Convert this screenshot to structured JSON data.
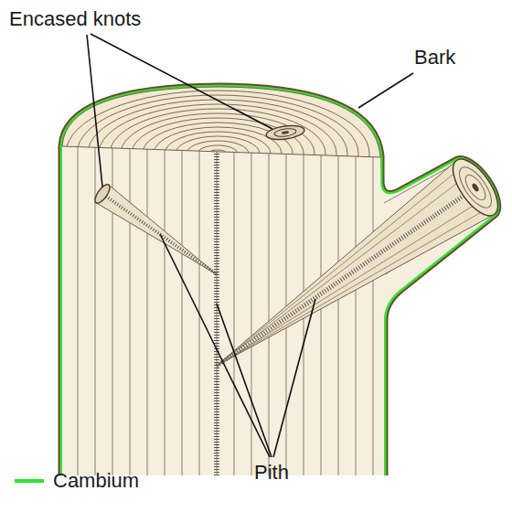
{
  "diagram": {
    "labels": [
      "Encased knots",
      "Bark",
      "Pith"
    ],
    "legend": [
      {
        "text": "Cambium"
      }
    ]
  }
}
